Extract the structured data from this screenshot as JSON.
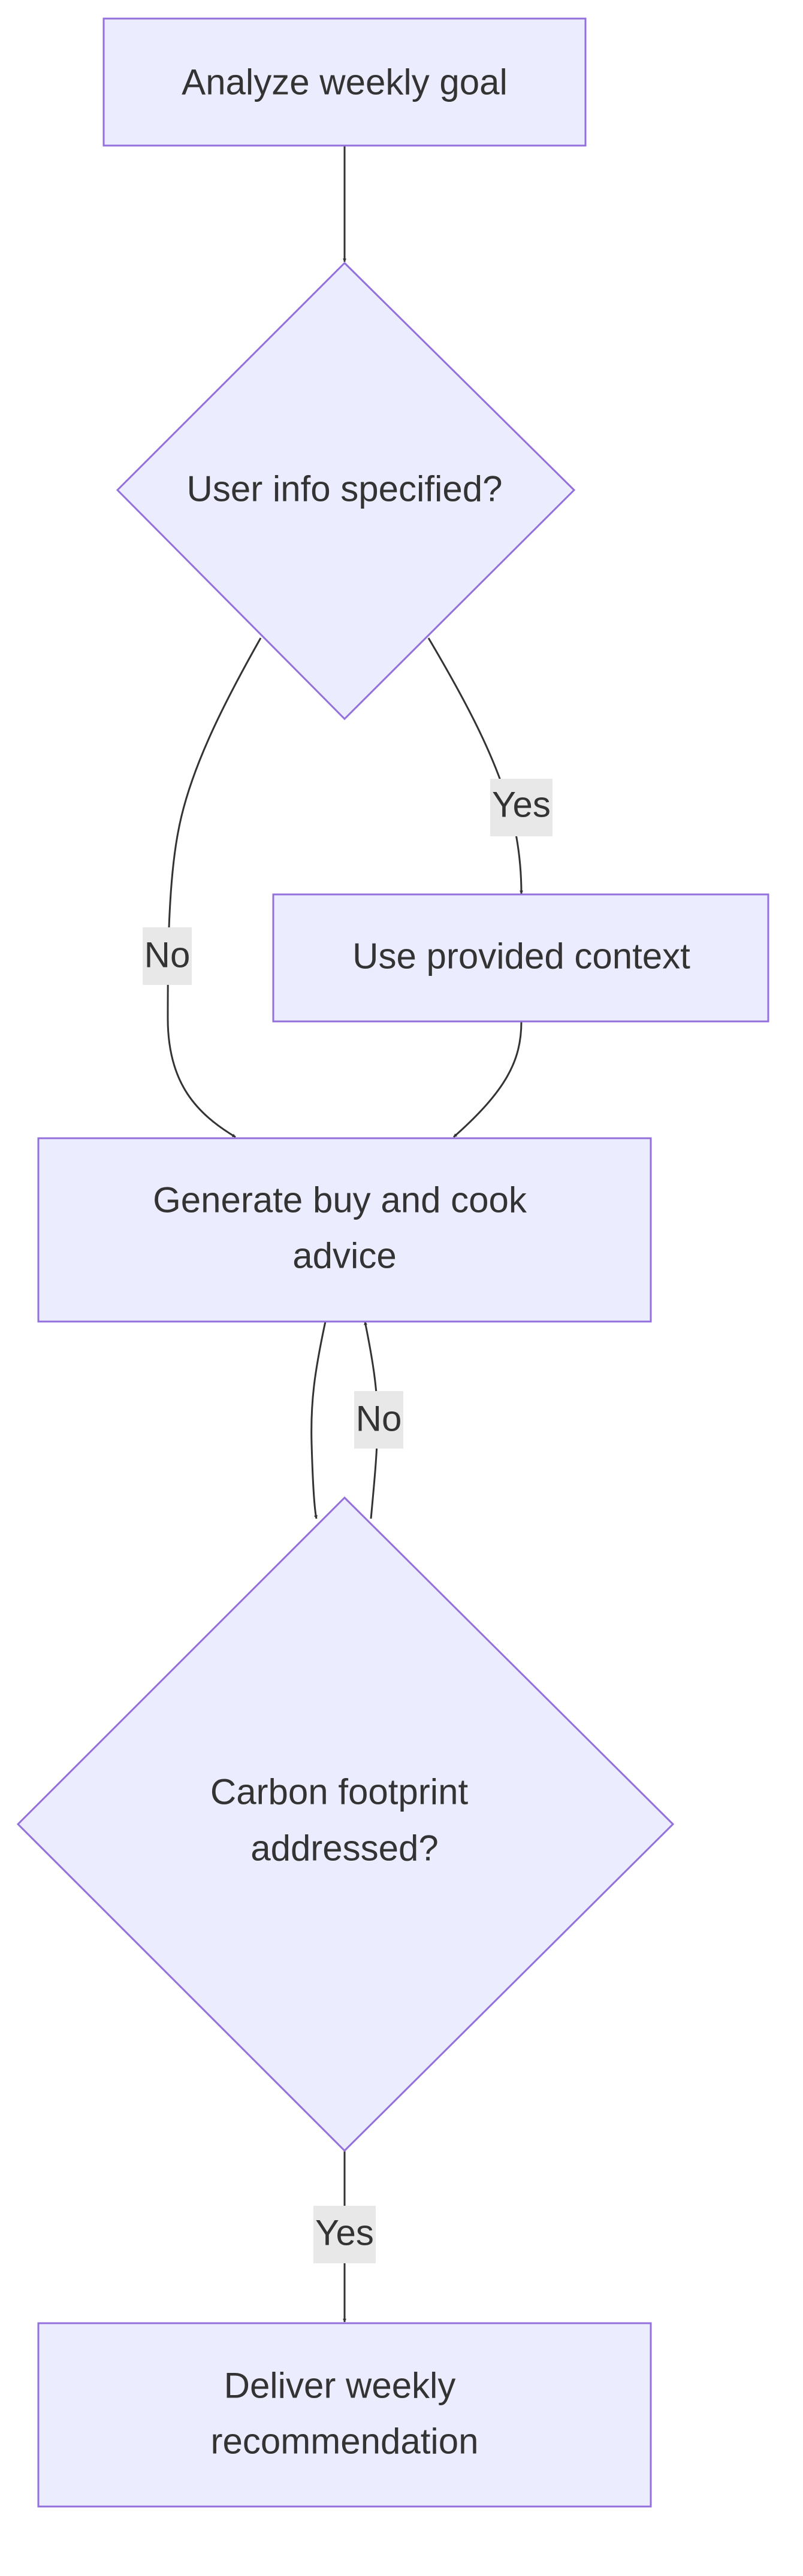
{
  "nodes": {
    "analyze_goal": "Analyze weekly goal",
    "user_info_specified": "User info specified?",
    "use_context": "Use provided context",
    "generate_advice": [
      "Generate buy and cook",
      "advice"
    ],
    "carbon_addressed": [
      "Carbon footprint",
      "addressed?"
    ],
    "deliver": [
      "Deliver weekly",
      "recommendation"
    ]
  },
  "edge_labels": {
    "user_info_yes": "Yes",
    "user_info_no": "No",
    "carbon_no": "No",
    "carbon_yes": "Yes"
  },
  "colors": {
    "node_fill": "#ececff",
    "node_stroke": "#9370db",
    "edge": "#333333",
    "label_bg": "#e8e8e8",
    "text": "#333333"
  }
}
